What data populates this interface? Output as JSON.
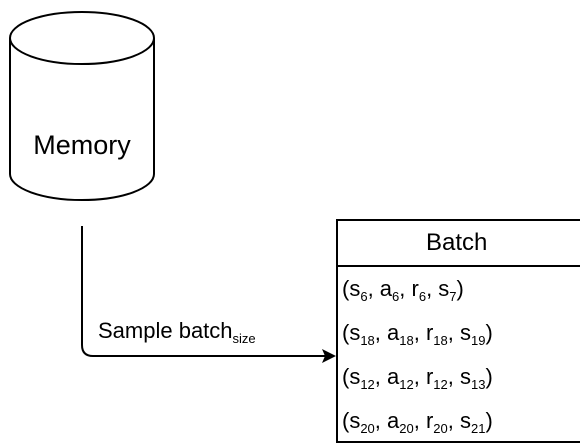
{
  "memory": {
    "label": "Memory"
  },
  "edge": {
    "label_main": "Sample batch",
    "label_sub": "size"
  },
  "batch": {
    "title": "Batch",
    "rows": [
      [
        [
          "(s",
          "6"
        ],
        [
          ", a",
          "6"
        ],
        [
          ", r",
          "6"
        ],
        [
          ", s",
          "7"
        ],
        [
          ")",
          ""
        ]
      ],
      [
        [
          "(s",
          "18"
        ],
        [
          ", a",
          "18"
        ],
        [
          ", r",
          "18"
        ],
        [
          ", s",
          "19"
        ],
        [
          ")",
          ""
        ]
      ],
      [
        [
          "(s",
          "12"
        ],
        [
          ", a",
          "12"
        ],
        [
          ", r",
          "12"
        ],
        [
          ", s",
          "13"
        ],
        [
          ")",
          ""
        ]
      ],
      [
        [
          "(s",
          "20"
        ],
        [
          ", a",
          "20"
        ],
        [
          ", r",
          "20"
        ],
        [
          ", s",
          "21"
        ],
        [
          ")",
          ""
        ]
      ]
    ]
  }
}
